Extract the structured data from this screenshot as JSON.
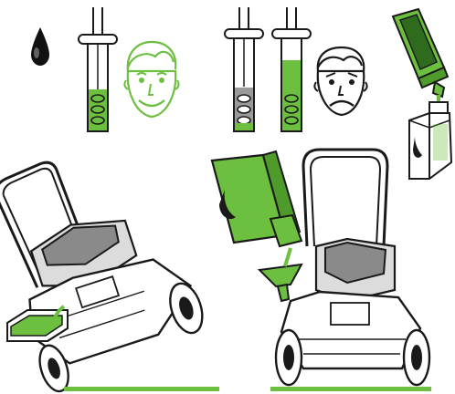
{
  "instructions": {
    "colors": {
      "green": "#6cbf3f",
      "dark_green": "#2f6b1c",
      "outline": "#1a1a1a",
      "grey": "#8a8a8a",
      "light_grey": "#e6e6e6",
      "background": "#ffffff"
    },
    "panels": [
      {
        "name": "oil-level-ok",
        "mood": "happy"
      },
      {
        "name": "oil-level-low",
        "mood": "sad"
      },
      {
        "name": "pour-oil-into-engine"
      },
      {
        "name": "tilt-mower-drain-oil"
      },
      {
        "name": "refill-oil-upright-mower"
      }
    ],
    "icons": [
      "oil-drop-icon",
      "dipstick-icon",
      "face-icon",
      "oil-bottle-icon",
      "oil-canister-icon",
      "drain-tray-icon",
      "lawn-mower-icon",
      "ground-line-icon"
    ]
  }
}
